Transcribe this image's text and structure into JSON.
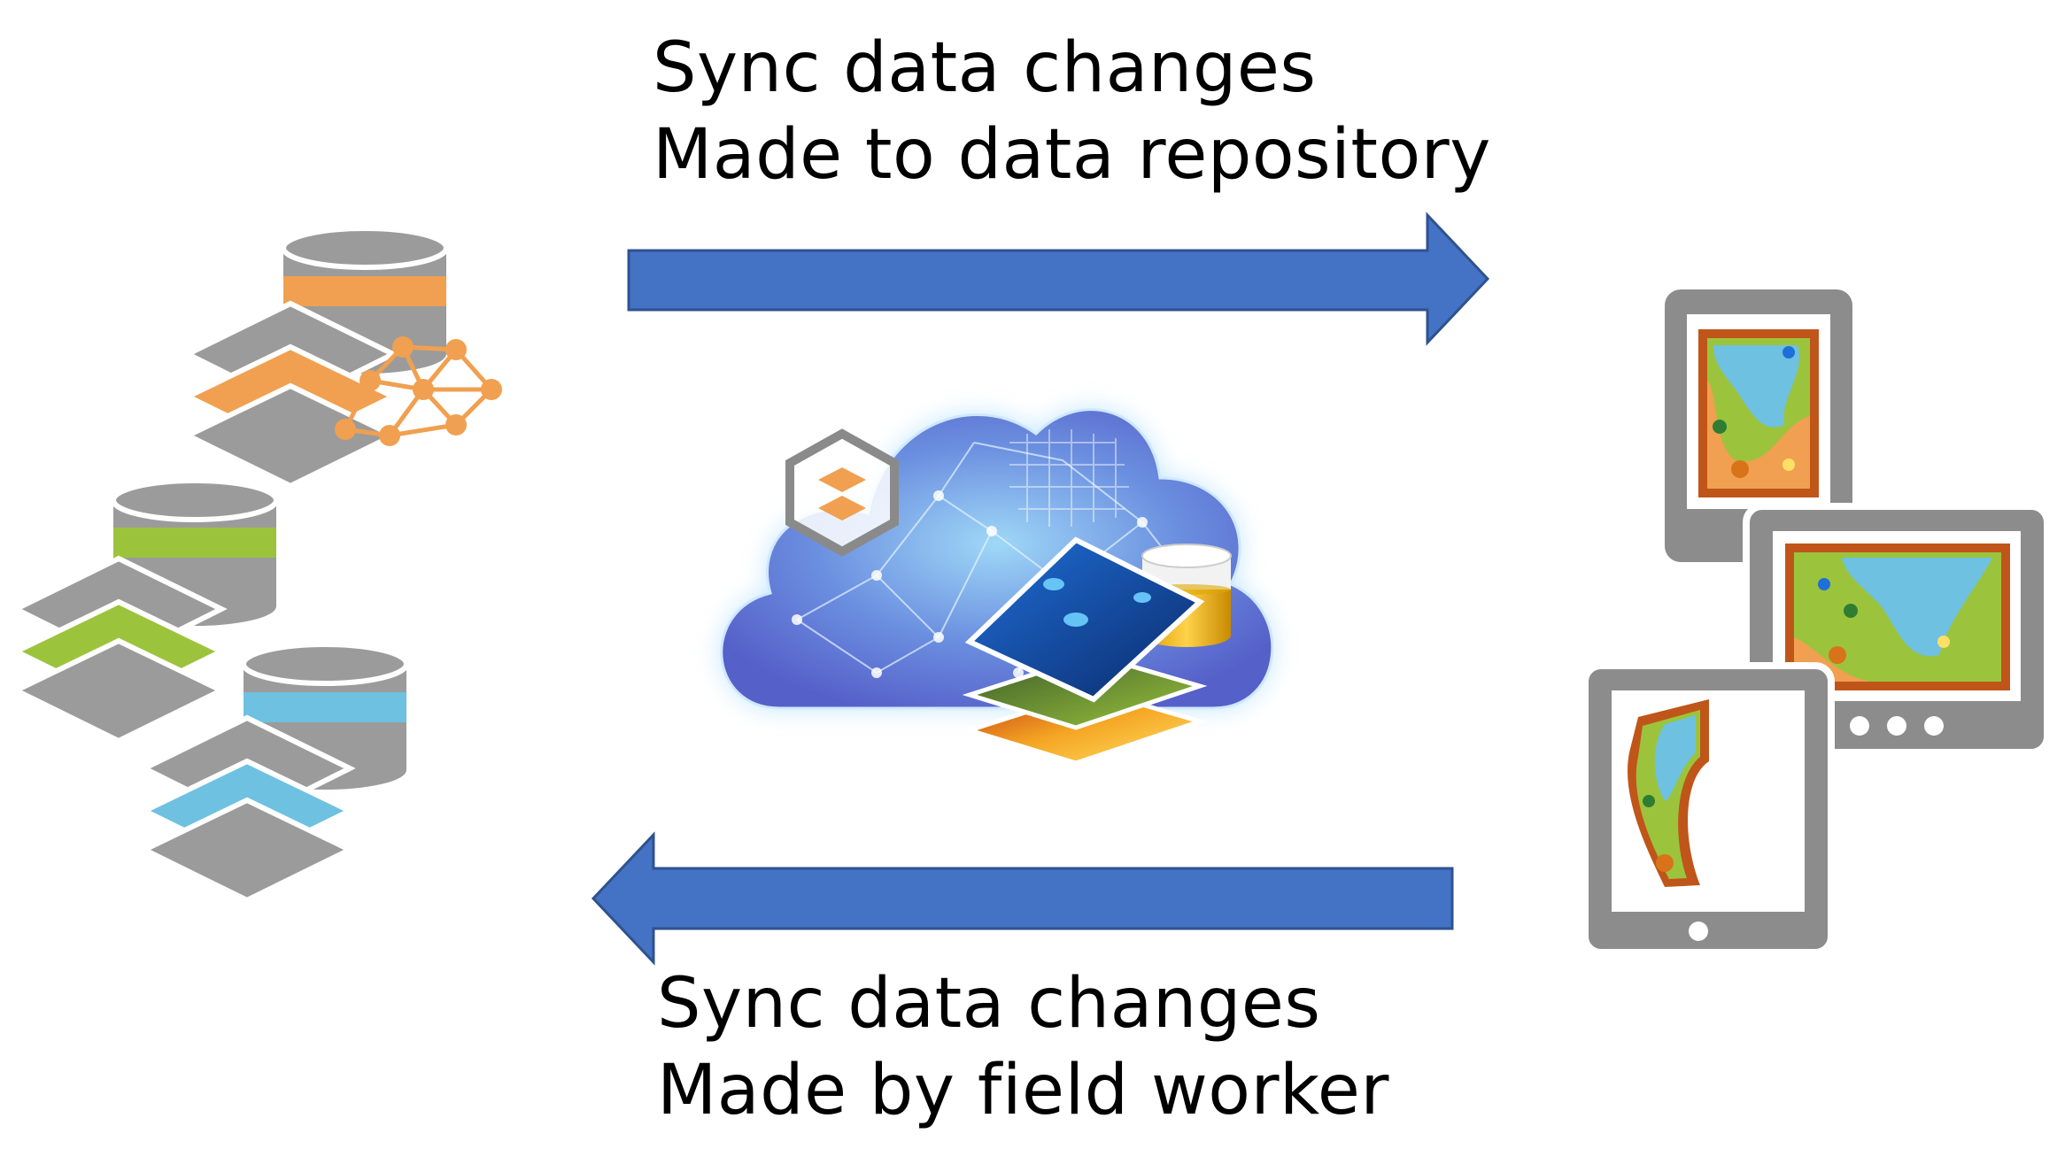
{
  "captions": {
    "top": {
      "line1": "Sync data changes",
      "line2": "Made to data repository"
    },
    "bottom": {
      "line1": "Sync data changes",
      "line2": "Made by field worker"
    }
  },
  "colors": {
    "arrow": "#4472C4",
    "arrow_stroke": "#2F528F",
    "layer_gray": "#9B9B9B",
    "orange": "#F0A050",
    "green": "#9BC43C",
    "blue": "#6EC1E0",
    "device_gray": "#8C8C8C",
    "map_border": "#C0551A"
  },
  "icons": {
    "left": "database-layers-icon",
    "center": "cloud-data-repository-icon",
    "right": "mobile-devices-map-icon"
  }
}
